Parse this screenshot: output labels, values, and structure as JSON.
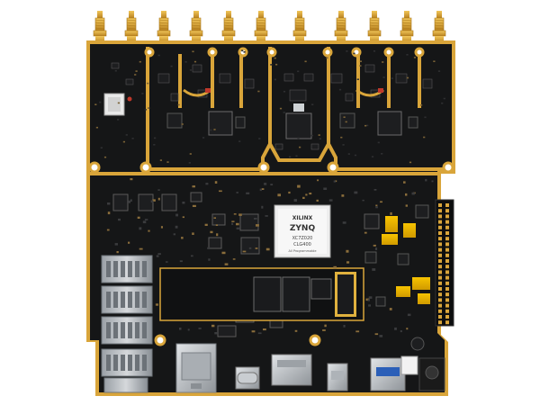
{
  "image": {
    "subject": "pcb-board",
    "colors": {
      "background": "#ffffff",
      "board": "#151617",
      "board_edge": "#0b0c0d",
      "gold": "#d9a53a",
      "gold_dark": "#a8761a",
      "chip": "#1d1e20",
      "metal": "#bfc3c7",
      "silk": "#e8e8e8"
    }
  },
  "markings": {
    "fpga_brand": "XILINX",
    "fpga_family": "ZYNQ",
    "fpga_line1": "XC7Z020",
    "fpga_line2": "CLG400",
    "tagline": "All Programmable"
  }
}
